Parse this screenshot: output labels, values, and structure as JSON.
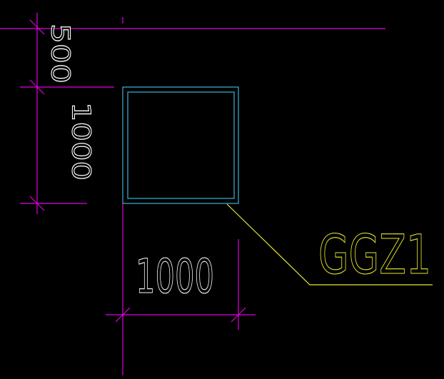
{
  "drawing": {
    "background": "#000000",
    "dimension_color": "#e000e0",
    "column_outline_color": "#38b4d8",
    "leader_color": "#e8e830",
    "dimension_text_color": "#ffffff"
  },
  "dimensions": {
    "vertical_top": "500",
    "vertical_bottom": "1000",
    "horizontal": "1000"
  },
  "label": {
    "column_tag": "GGZ1"
  }
}
